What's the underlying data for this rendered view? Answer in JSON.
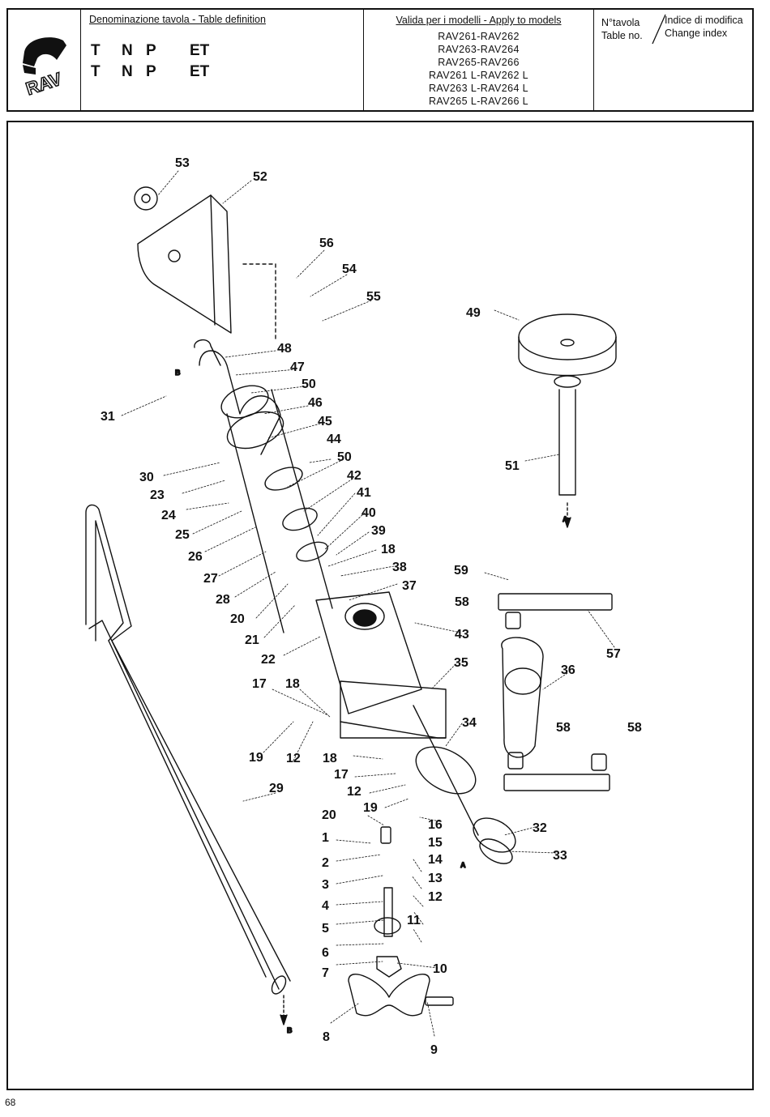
{
  "header": {
    "definition_title": "Denominazione tavola - Table definition",
    "code_rows": [
      [
        "T",
        "N",
        "P",
        "ET"
      ],
      [
        "T",
        "N",
        "P",
        "ET"
      ]
    ],
    "models_title": "Valida per i modelli - Apply to models",
    "models": [
      "RAV261-RAV262",
      "RAV263-RAV264",
      "RAV265-RAV266",
      "RAV261 L-RAV262 L",
      "RAV263 L-RAV264 L",
      "RAV265 L-RAV266 L"
    ],
    "table_no_label_1": "N°tavola",
    "table_no_label_2": "Table no.",
    "change_index_label_1": "Indice di modifica",
    "change_index_label_2": "Change index",
    "logo_text": "RAV"
  },
  "diagram": {
    "callouts": [
      "53",
      "52",
      "56",
      "54",
      "55",
      "49",
      "48",
      "47",
      "50",
      "46",
      "31",
      "45",
      "44",
      "50",
      "30",
      "42",
      "23",
      "41",
      "24",
      "40",
      "25",
      "39",
      "26",
      "18",
      "27",
      "38",
      "37",
      "28",
      "20",
      "21",
      "22",
      "59",
      "58",
      "43",
      "57",
      "35",
      "36",
      "17",
      "18",
      "34",
      "58",
      "58",
      "19",
      "12",
      "18",
      "17",
      "12",
      "29",
      "19",
      "20",
      "16",
      "1",
      "15",
      "2",
      "14",
      "3",
      "13",
      "4",
      "12",
      "11",
      "5",
      "6",
      "7",
      "10",
      "32",
      "33",
      "8",
      "9",
      "51"
    ],
    "arrow_markers": [
      "B",
      "B",
      "A",
      "A"
    ]
  },
  "footer": {
    "page_number": "68"
  }
}
